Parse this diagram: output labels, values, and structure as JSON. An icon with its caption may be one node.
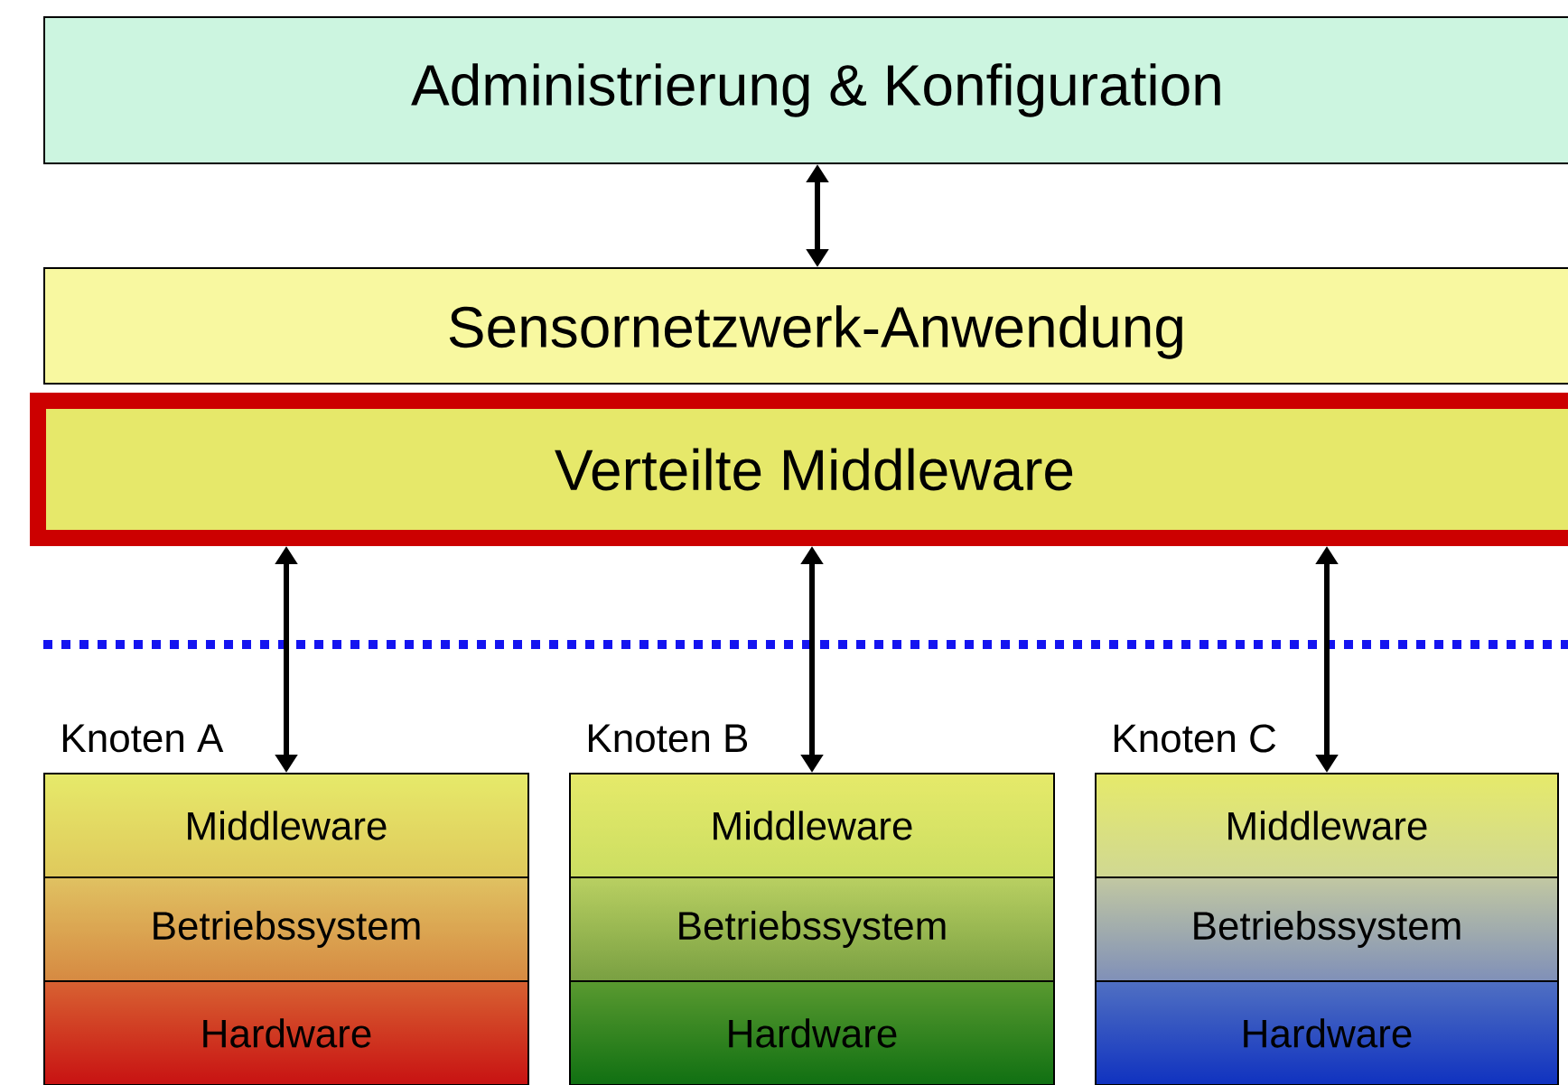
{
  "diagram": {
    "nodes": [
      {
        "text": [
          "Administrierung & Konfiguration"
        ]
      },
      {
        "text": [
          "Sensornetzwerk-Anwendung"
        ]
      },
      {
        "text": [
          "Verteilte Middleware"
        ]
      },
      {
        "text": [
          "Knoten A"
        ]
      },
      {
        "text": [
          "Middleware"
        ],
        "in": 3
      },
      {
        "text": [
          "Betriebssystem"
        ],
        "in": 3
      },
      {
        "text": [
          "Hardware"
        ],
        "in": 3
      },
      {
        "text": [
          "Knoten B"
        ]
      },
      {
        "text": [
          "Middleware"
        ],
        "in": 7
      },
      {
        "text": [
          "Betriebssystem"
        ],
        "in": 7
      },
      {
        "text": [
          "Hardware"
        ],
        "in": 7
      },
      {
        "text": [
          "Knoten C"
        ]
      },
      {
        "text": [
          "Middleware"
        ],
        "in": 11
      },
      {
        "text": [
          "Betriebssystem"
        ],
        "in": 11
      },
      {
        "text": [
          "Hardware"
        ],
        "in": 11
      }
    ],
    "edges": [
      {
        "from": 0,
        "to": 1,
        "arrow": "both"
      },
      {
        "from": 2,
        "to": 4,
        "arrow": "both"
      },
      {
        "from": 2,
        "to": 8,
        "arrow": "both"
      },
      {
        "from": 2,
        "to": 12,
        "arrow": "both"
      }
    ]
  }
}
